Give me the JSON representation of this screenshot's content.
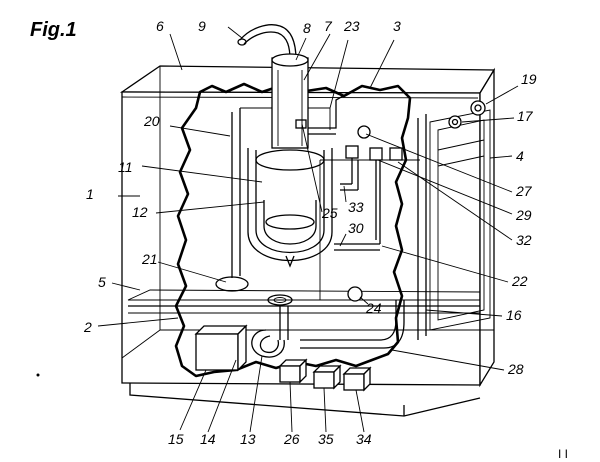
{
  "figure": {
    "title": "Fig.1",
    "corner_mark": "I I"
  },
  "labels": [
    {
      "id": "9",
      "text": "9"
    },
    {
      "id": "6",
      "text": "6"
    },
    {
      "id": "8",
      "text": "8"
    },
    {
      "id": "7",
      "text": "7"
    },
    {
      "id": "23",
      "text": "23"
    },
    {
      "id": "3",
      "text": "3"
    },
    {
      "id": "19",
      "text": "19"
    },
    {
      "id": "17",
      "text": "17"
    },
    {
      "id": "4",
      "text": "4"
    },
    {
      "id": "20",
      "text": "20"
    },
    {
      "id": "11",
      "text": "11"
    },
    {
      "id": "1",
      "text": "1"
    },
    {
      "id": "12",
      "text": "12"
    },
    {
      "id": "25",
      "text": "25"
    },
    {
      "id": "33",
      "text": "33"
    },
    {
      "id": "27",
      "text": "27"
    },
    {
      "id": "29",
      "text": "29"
    },
    {
      "id": "30",
      "text": "30"
    },
    {
      "id": "32",
      "text": "32"
    },
    {
      "id": "21",
      "text": "21"
    },
    {
      "id": "5",
      "text": "5"
    },
    {
      "id": "22",
      "text": "22"
    },
    {
      "id": "24",
      "text": "24"
    },
    {
      "id": "16",
      "text": "16"
    },
    {
      "id": "2",
      "text": "2"
    },
    {
      "id": "28",
      "text": "28"
    },
    {
      "id": "15",
      "text": "15"
    },
    {
      "id": "14",
      "text": "14"
    },
    {
      "id": "13",
      "text": "13"
    },
    {
      "id": "26",
      "text": "26"
    },
    {
      "id": "35",
      "text": "35"
    },
    {
      "id": "34",
      "text": "34"
    }
  ]
}
